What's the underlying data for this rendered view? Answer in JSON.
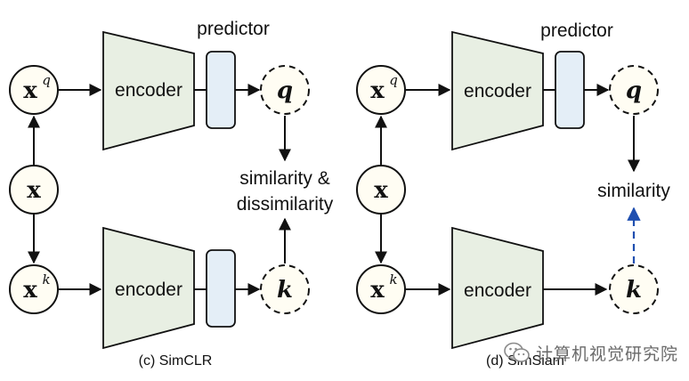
{
  "panels": [
    {
      "id": "simclr",
      "caption": "(c) SimCLR",
      "predictor_label": "predictor",
      "encoder_top_label": "encoder",
      "encoder_bottom_label": "encoder",
      "x_label": "x",
      "xq_base": "x",
      "xq_sup": "q",
      "xk_base": "x",
      "xk_sup": "k",
      "q_label": "q",
      "k_label": "k",
      "objective_line1": "similarity &",
      "objective_line2": "dissimilarity"
    },
    {
      "id": "simsiam",
      "caption": "(d) SimSiam",
      "predictor_label": "predictor",
      "encoder_top_label": "encoder",
      "encoder_bottom_label": "encoder",
      "x_label": "x",
      "xq_base": "x",
      "xq_sup": "q",
      "xk_base": "x",
      "xk_sup": "k",
      "q_label": "q",
      "k_label": "k",
      "objective_line1": "similarity"
    }
  ],
  "watermark": {
    "text": "计算机视觉研究院",
    "icon": "wechat-icon"
  },
  "colors": {
    "encoder_fill": "#e8efe3",
    "predictor_fill": "#e4eef7",
    "node_fill": "#fffdf3",
    "stroke": "#111111",
    "stop_gradient_arrow": "#1f4fb0"
  }
}
